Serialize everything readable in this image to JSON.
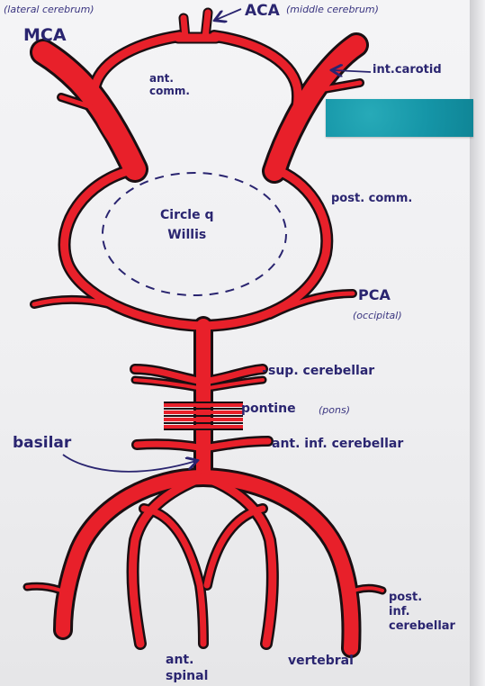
{
  "labels": {
    "lateral_cerebrum": "(lateral cerebrum)",
    "mca": "MCA",
    "aca": "ACA",
    "middle_cerebrum": "(middle cerebrum)",
    "ant_comm": "ant.\ncomm.",
    "int_carotid": "int.carotid",
    "circle_of_willis": "Circle q\nWillis",
    "post_comm": "post. comm.",
    "pca": "PCA",
    "occipital": "(occipital)",
    "sup_cerebellar": "sup. cerebellar",
    "pontine": "pontine",
    "pons": "(pons)",
    "basilar": "basilar",
    "ant_inf_cerebellar": "ant. inf. cerebellar",
    "post_inf_cerebellar": "post.\ninf.\ncerebellar",
    "ant_spinal": "ant.\nspinal",
    "vertebral": "vertebral"
  },
  "colors": {
    "artery": "#e8202a",
    "artery_outline": "#1a0f12",
    "ink": "#2a2570",
    "tape": "#1a9aab"
  }
}
